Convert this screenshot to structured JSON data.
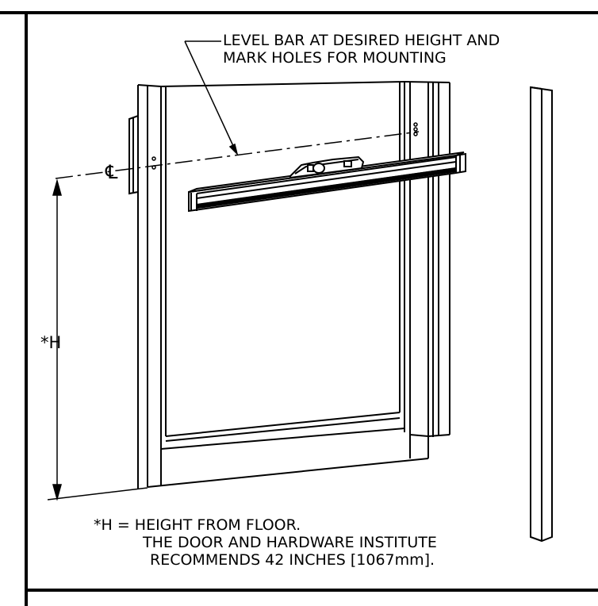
{
  "callout": {
    "line1": "LEVEL BAR AT DESIRED HEIGHT AND",
    "line2": "MARK HOLES FOR MOUNTING"
  },
  "centerline_symbol": "℄",
  "dimension_label": "*H",
  "footnote": {
    "line1": "*H = HEIGHT FROM FLOOR.",
    "line2": "THE DOOR AND HARDWARE INSTITUTE",
    "line3": "RECOMMENDS 42 INCHES [1067mm]."
  },
  "colors": {
    "ink": "#000000",
    "background": "#ffffff"
  }
}
